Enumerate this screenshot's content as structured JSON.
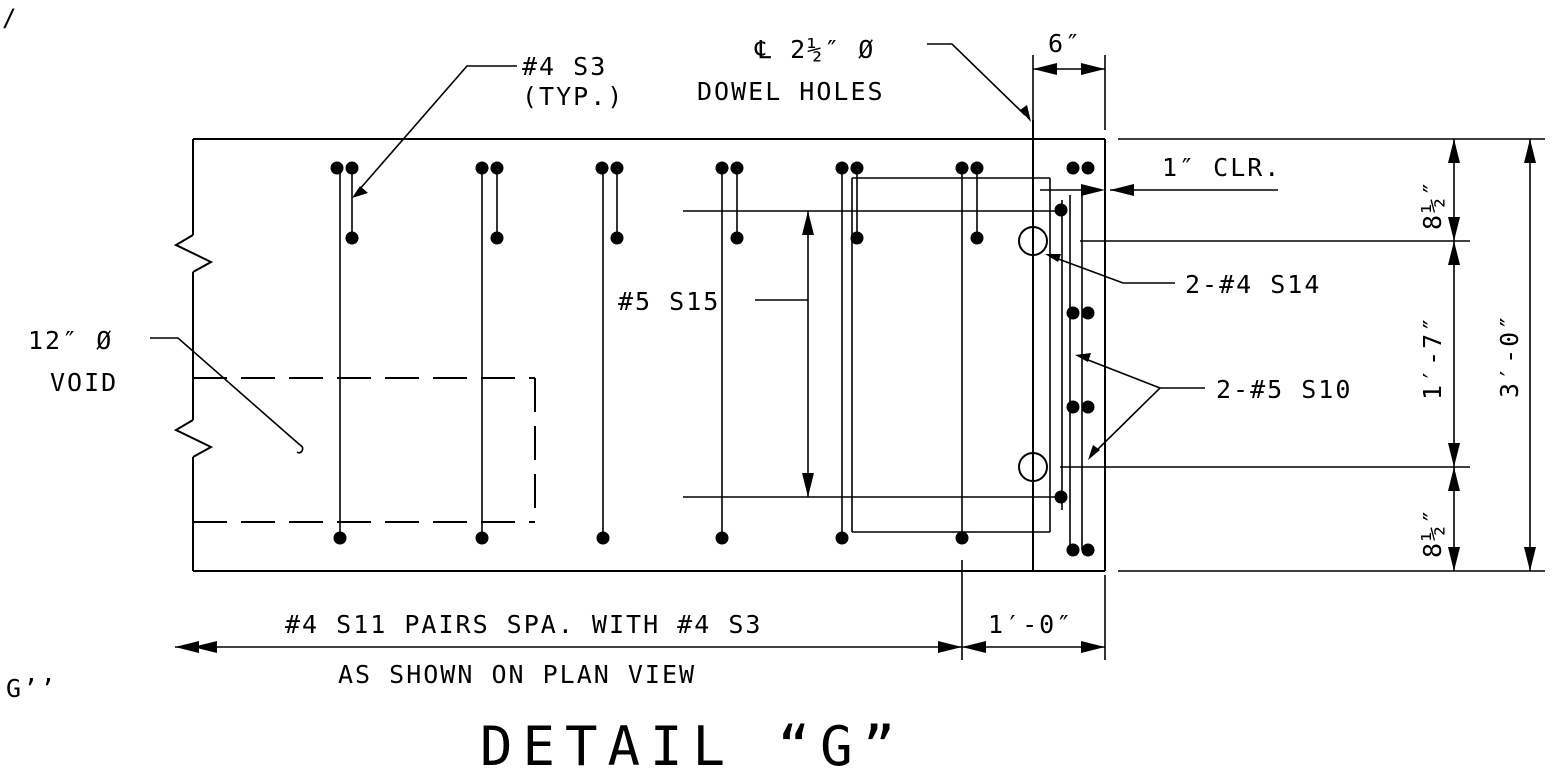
{
  "drawing": {
    "title": "DETAIL “G”",
    "edge_fragments": {
      "top_left": "/",
      "left_mid": "G’’"
    },
    "labels": {
      "s3_line1": "#4 S3",
      "s3_line2": "(TYP.)",
      "dowel_line1": "℄ 2½″ Ø",
      "dowel_line2": "DOWEL HOLES",
      "void_line1": "12″ Ø",
      "void_line2": "VOID",
      "s15": "#5 S15",
      "s14": "2-#4 S14",
      "s10": "2-#5 S10",
      "clr": "1″ CLR.",
      "bottom_line1": "#4 S11 PAIRS SPA. WITH #4 S3",
      "bottom_line2": "AS SHOWN ON PLAN VIEW"
    },
    "dimensions": {
      "top_width": "6″",
      "right_top": "8½″",
      "right_mid": "1′-7″",
      "right_bot": "8½″",
      "overall_height": "3′-0″",
      "bottom_right": "1′-0″"
    }
  }
}
